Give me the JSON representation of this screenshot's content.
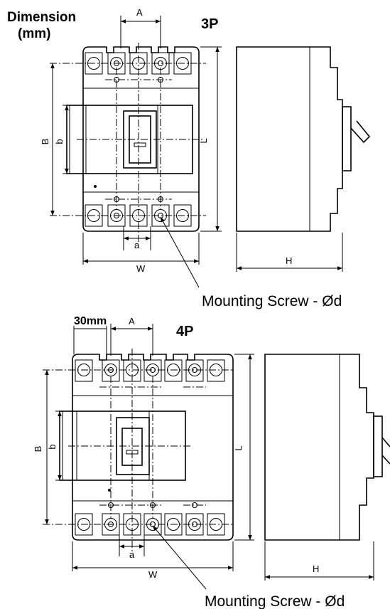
{
  "header": {
    "title_line1": "Dimension",
    "title_line2": "(mm)"
  },
  "views": {
    "p3": {
      "pole_label": "3P",
      "dims": {
        "A": "A",
        "B": "B",
        "b": "b",
        "L": "L",
        "a": "a",
        "W": "W",
        "H": "H"
      },
      "callout": "Mounting Screw - Ød"
    },
    "p4": {
      "pole_label": "4P",
      "pitch_label": "30mm",
      "dims": {
        "A": "A",
        "B": "B",
        "b": "b",
        "L": "L",
        "a": "a",
        "W": "W",
        "H": "H"
      },
      "callout": "Mounting Screw - Ød"
    }
  },
  "colors": {
    "line": "#000000",
    "background": "#ffffff"
  }
}
